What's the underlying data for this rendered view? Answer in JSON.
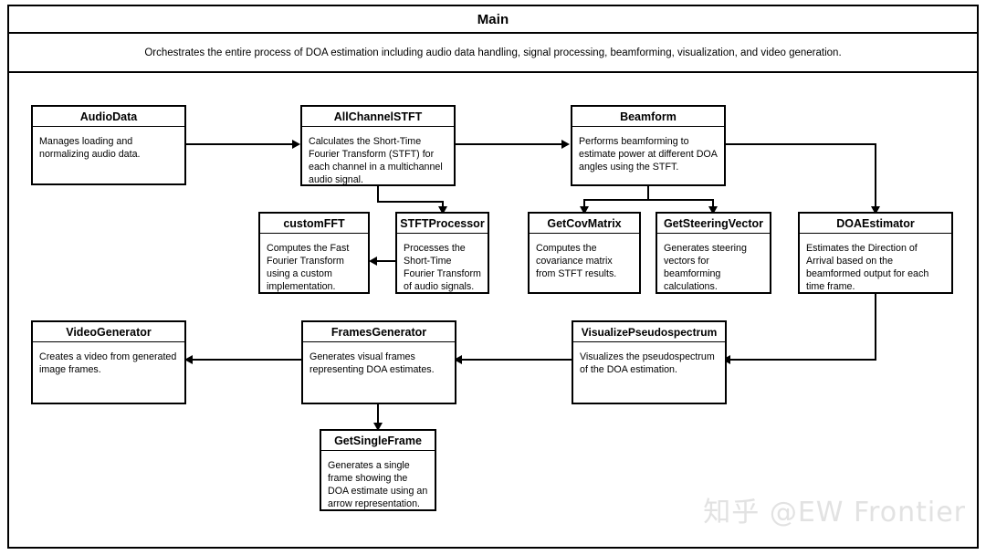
{
  "main": {
    "title": "Main",
    "description": "Orchestrates the entire process of DOA estimation including audio data handling, signal processing, beamforming, visualization, and video generation."
  },
  "nodes": {
    "audio_data": {
      "title": "AudioData",
      "body": "Manages loading and normalizing audio data."
    },
    "all_channel_stft": {
      "title": "AllChannelSTFT",
      "body": "Calculates the Short-Time Fourier Transform (STFT) for each channel in a multichannel audio signal."
    },
    "beamform": {
      "title": "Beamform",
      "body": "Performs beamforming to estimate power at different DOA angles using the STFT."
    },
    "custom_fft": {
      "title": "customFFT",
      "body": "Computes the Fast Fourier Transform using a custom implementation."
    },
    "stft_processor": {
      "title": "STFTProcessor",
      "body": "Processes the Short-Time Fourier Transform of audio signals."
    },
    "get_cov_matrix": {
      "title": "GetCovMatrix",
      "body": "Computes the covariance matrix from STFT results."
    },
    "get_steering_vector": {
      "title": "GetSteeringVector",
      "body": "Generates steering vectors for beamforming calculations."
    },
    "doa_estimator": {
      "title": "DOAEstimator",
      "body": "Estimates the Direction of Arrival based on the beamformed output for each time frame."
    },
    "video_generator": {
      "title": "VideoGenerator",
      "body": "Creates a video from generated image frames."
    },
    "frames_generator": {
      "title": "FramesGenerator",
      "body": "Generates visual frames representing DOA estimates."
    },
    "visualize_pseudospectrum": {
      "title": "VisualizePseudospectrum",
      "body": "Visualizes the pseudospectrum of the DOA estimation."
    },
    "get_single_frame": {
      "title": "GetSingleFrame",
      "body": "Generates a single frame showing the DOA estimate using an arrow representation."
    }
  },
  "watermark": {
    "text": "知乎 @EW Frontier"
  },
  "colors": {
    "stroke": "#000000",
    "background": "#ffffff",
    "watermark": "#e2e2e2"
  }
}
